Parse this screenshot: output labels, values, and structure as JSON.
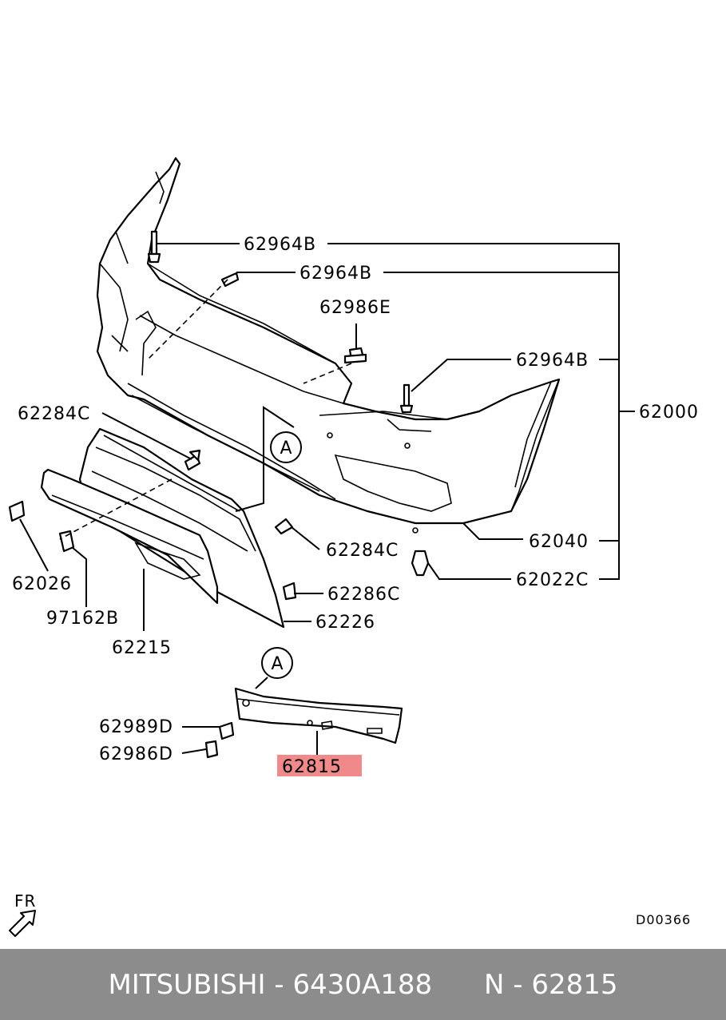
{
  "diagram": {
    "callouts": {
      "c62964b_1": "62964B",
      "c62964b_2": "62964B",
      "c62986e": "62986E",
      "c62964b_3": "62964B",
      "c62000": "62000",
      "c62284c_1": "62284C",
      "c62284c_2": "62284C",
      "c62040": "62040",
      "c62022c": "62022C",
      "c62026": "62026",
      "c62286c": "62286C",
      "c97162b": "97162B",
      "c62226": "62226",
      "c62215": "62215",
      "c62989d": "62989D",
      "c62986d": "62986D",
      "c62815": "62815"
    },
    "circle_marks": [
      "A",
      "A"
    ],
    "highlight_color": "#f08a8a",
    "direction_label": "FR",
    "drawing_code": "D00366"
  },
  "footer": {
    "brand": "MITSUBISHI",
    "separator1": " - ",
    "part_number": "6430A188",
    "gap": "      ",
    "ref_prefix": "N",
    "separator2": " - ",
    "ref_number": "62815"
  }
}
